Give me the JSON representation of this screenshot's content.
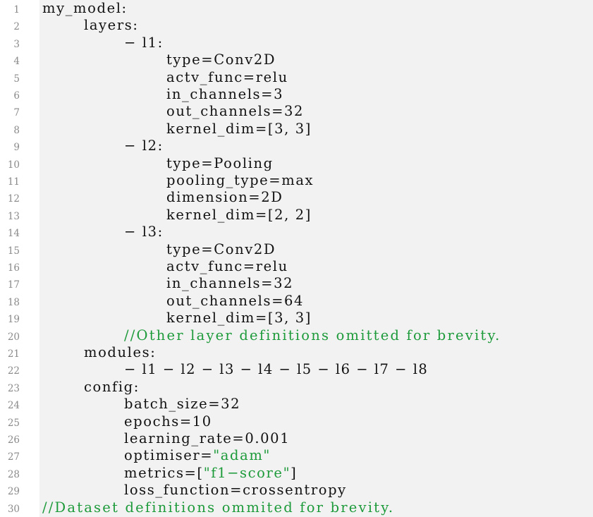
{
  "colors": {
    "background": "#ffffff",
    "code_background": "#f2f2f2",
    "text": "#111111",
    "comment": "#1d9a3a",
    "line_numbers": "#8a8a8a"
  },
  "lines": [
    {
      "n": "1",
      "text": "my_model:"
    },
    {
      "n": "2",
      "text": "layers:"
    },
    {
      "n": "3",
      "text": "− l1:"
    },
    {
      "n": "4",
      "text": "type=Conv2D"
    },
    {
      "n": "5",
      "text": "actv_func=relu"
    },
    {
      "n": "6",
      "text": "in_channels=3"
    },
    {
      "n": "7",
      "text": "out_channels=32"
    },
    {
      "n": "8",
      "text": "kernel_dim=[3, 3]"
    },
    {
      "n": "9",
      "text": "− l2:"
    },
    {
      "n": "10",
      "text": "type=Pooling"
    },
    {
      "n": "11",
      "text": "pooling_type=max"
    },
    {
      "n": "12",
      "text": "dimension=2D"
    },
    {
      "n": "13",
      "text": "kernel_dim=[2, 2]"
    },
    {
      "n": "14",
      "text": "− l3:"
    },
    {
      "n": "15",
      "text": "type=Conv2D"
    },
    {
      "n": "16",
      "text": "actv_func=relu"
    },
    {
      "n": "17",
      "text": "in_channels=32"
    },
    {
      "n": "18",
      "text": "out_channels=64"
    },
    {
      "n": "19",
      "text": "kernel_dim=[3, 3]"
    },
    {
      "n": "20",
      "text": "//Other layer definitions omitted for brevity."
    },
    {
      "n": "21",
      "text": "modules:"
    },
    {
      "n": "22",
      "text": "− l1 − l2 − l3 − l4 − l5 − l6 − l7 − l8"
    },
    {
      "n": "23",
      "text": "config:"
    },
    {
      "n": "24",
      "text": "batch_size=32"
    },
    {
      "n": "25",
      "text": "epochs=10"
    },
    {
      "n": "26",
      "text": "learning_rate=0.001"
    },
    {
      "n": "27",
      "pre": "optimiser=",
      "str": "\"adam\"",
      "post": ""
    },
    {
      "n": "28",
      "pre": "metrics=[",
      "str": "\"f1−score\"",
      "post": "]"
    },
    {
      "n": "29",
      "text": "loss_function=crossentropy"
    },
    {
      "n": "30",
      "text": "//Dataset definitions ommited for brevity."
    }
  ]
}
